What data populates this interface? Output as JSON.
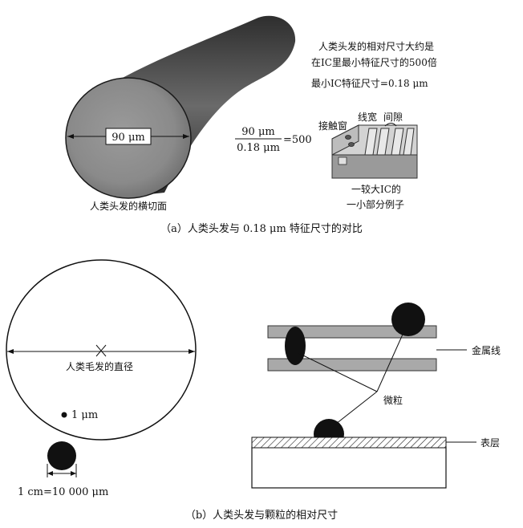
{
  "panel_a": {
    "caption": "（a）人类头发与 0.18 μm 特征尺寸的对比",
    "diameter_label": "90 μm",
    "cross_section_label": "人类头发的横切面",
    "ratio": {
      "numerator": "90 μm",
      "denominator": "0.18 μm",
      "result": "=500"
    },
    "note_line1": "人类头发的相对尺寸大约是",
    "note_line2": "在IC里最小特征尺寸的500倍",
    "min_feature": "最小IC特征尺寸=0.18 μm",
    "labels": {
      "contact_window": "接触窗",
      "line_width": "线宽",
      "gap": "间隙",
      "example_line1": "一较大IC的",
      "example_line2": "一小部分例子"
    }
  },
  "panel_b": {
    "caption": "（b）人类头发与颗粒的相对尺寸",
    "hair_diameter_label": "人类毛发的直径",
    "one_micron_label": "1 μm",
    "scale_label": "1 cm=10 000 μm",
    "metal_line_label": "金属线",
    "particle_label": "微粒",
    "surface_label": "表层"
  }
}
